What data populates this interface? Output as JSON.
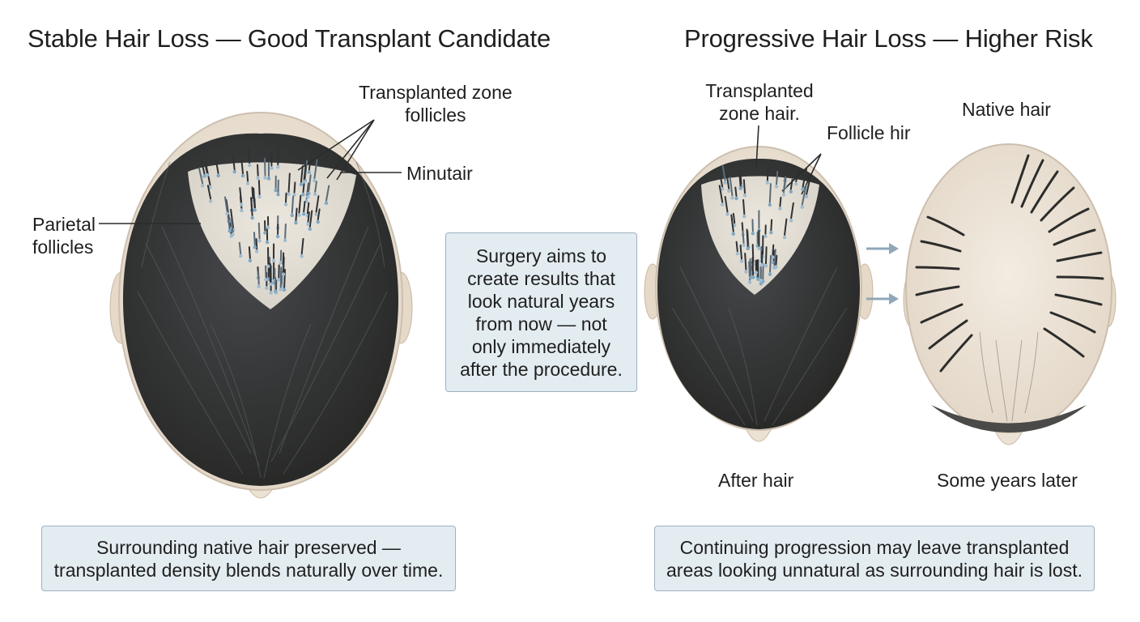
{
  "titles": {
    "left": "Stable Hair Loss — Good Transplant Candidate",
    "right": "Progressive Hair Loss — Higher Risk"
  },
  "left_labels": {
    "transplanted_zone_1": "Transplanted zone",
    "transplanted_zone_2": "follicles",
    "minutair": "Minutair",
    "parietal_1": "Parietal",
    "parietal_2": "follicles"
  },
  "right_labels": {
    "transplanted_zone_1": "Transplanted",
    "transplanted_zone_2": "zone hair.",
    "follicle_hir": "Follicle hir",
    "native_hair": "Native hair",
    "after_hair": "After hair",
    "some_years_later": "Some years later"
  },
  "center_note": {
    "lines": [
      "Surgery aims to",
      "create results that",
      "look natural years",
      "from now — not",
      "only immediately",
      "after the procedure."
    ]
  },
  "captions": {
    "left": [
      "Surrounding native hair preserved —",
      "transplanted density blends naturally over time."
    ],
    "right": [
      "Continuing progression may leave transplanted",
      "areas looking unnatural as surrounding hair is lost."
    ]
  },
  "colors": {
    "hair": "#2c2d2b",
    "scalp": "#ece3d6",
    "accent_box": "#e3ecf1",
    "arrow": "#8fa7b8"
  }
}
